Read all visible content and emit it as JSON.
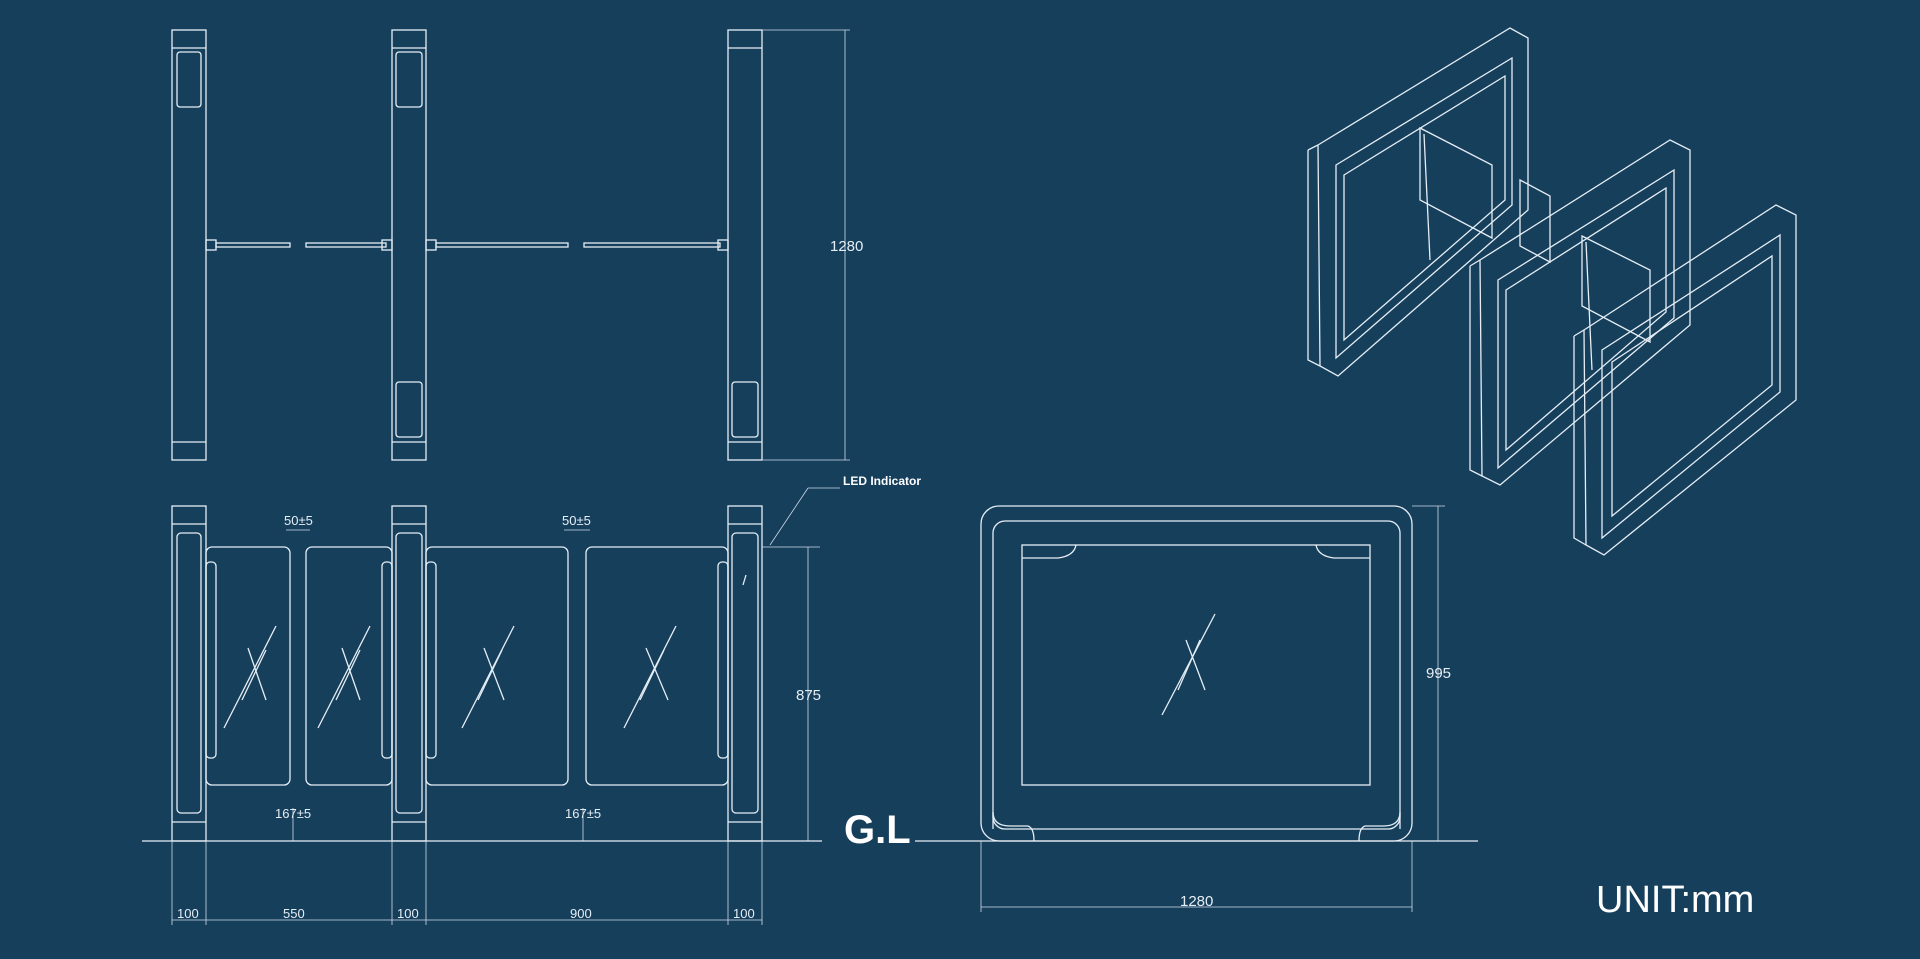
{
  "labels": {
    "dim_height_top": "1280",
    "led_indicator": "LED Indicator",
    "gap_left": "50±5",
    "gap_right": "50±5",
    "clear_left": "167±5",
    "clear_right": "167±5",
    "dim_875": "875",
    "ground_line": "G.L",
    "dim_995": "995",
    "dim_width_1280": "1280",
    "unit": "UNIT:mm"
  },
  "bottom_dims": [
    "100",
    "550",
    "100",
    "900",
    "100"
  ],
  "colors": {
    "background": "#163f5c",
    "line": "#e6eef5"
  }
}
